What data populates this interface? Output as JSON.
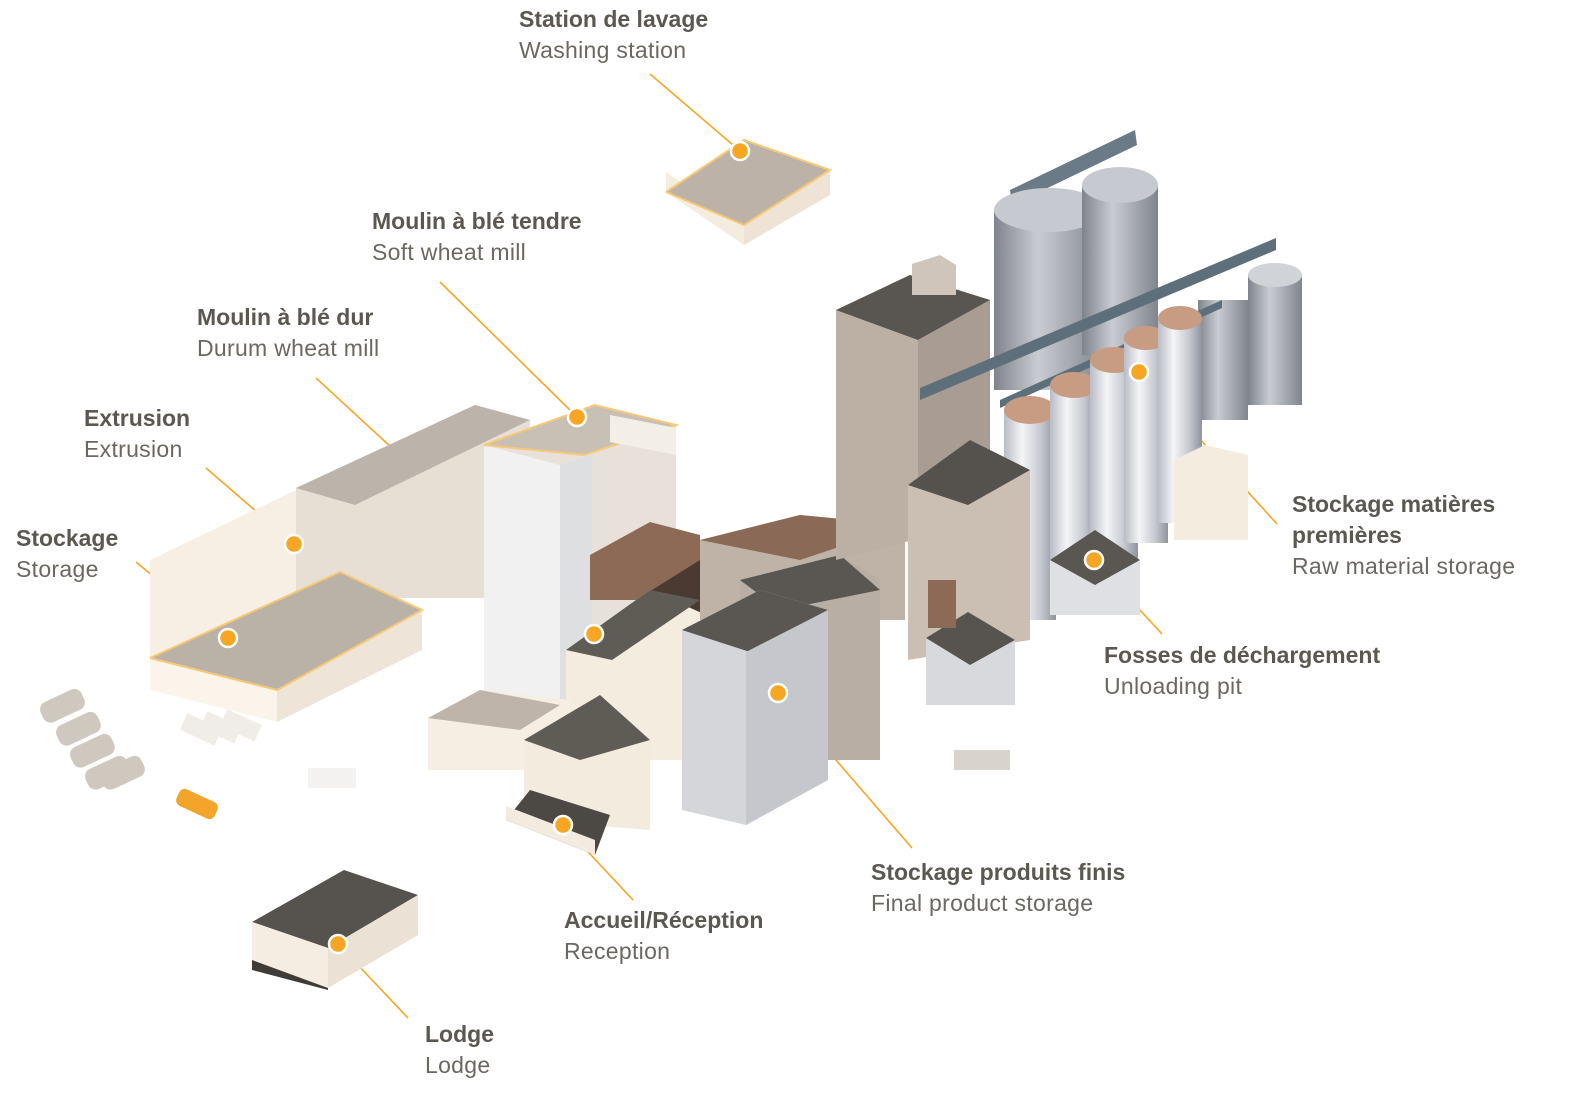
{
  "accent_color": "#f6a623",
  "text_color": "#5b5852",
  "labels": {
    "washing": {
      "fr": "Station de lavage",
      "en": "Washing station"
    },
    "soft_mill": {
      "fr": "Moulin à blé tendre",
      "en": "Soft wheat mill"
    },
    "durum_mill": {
      "fr": "Moulin à blé dur",
      "en": "Durum wheat mill"
    },
    "extrusion": {
      "fr": "Extrusion",
      "en": "Extrusion"
    },
    "storage": {
      "fr": "Stockage",
      "en": "Storage"
    },
    "raw_storage": {
      "fr_line1": "Stockage matières",
      "fr_line2": "premières",
      "en": "Raw material storage"
    },
    "unloading": {
      "fr": "Fosses de déchargement",
      "en": "Unloading pit"
    },
    "final_storage": {
      "fr": "Stockage produits finis",
      "en": "Final product storage"
    },
    "reception": {
      "fr": "Accueil/Réception",
      "en": "Reception"
    },
    "lodge": {
      "fr": "Lodge",
      "en": "Lodge"
    }
  }
}
